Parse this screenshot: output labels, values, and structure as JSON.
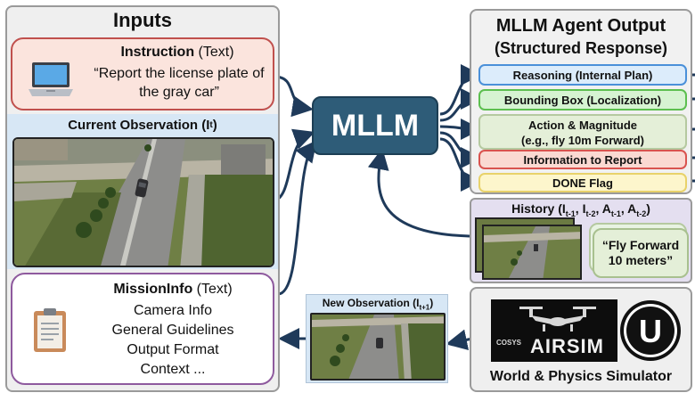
{
  "inputs": {
    "title": "Inputs",
    "instruction_title": "Instruction",
    "instruction_type": " (Text)",
    "instruction_text": "“Report the license plate of the gray car”",
    "current_obs_label": "Current Observation (I",
    "current_obs_sub": "t",
    "current_obs_close": ")",
    "mission_title": "MissionInfo",
    "mission_type": " (Text)",
    "mission_items": [
      "Camera Info",
      "General Guidelines",
      "Output Format",
      "Context ..."
    ]
  },
  "mllm": {
    "label": "MLLM"
  },
  "output": {
    "title_line1": "MLLM Agent Output",
    "title_line2": "(Structured Response)",
    "items": [
      {
        "label": "Reasoning (Internal Plan)",
        "fill": "#dcecfb",
        "border": "#4a90d9"
      },
      {
        "label": "Bounding Box (Localization)",
        "fill": "#d6f3d2",
        "border": "#5cbf4f"
      },
      {
        "label": "Action & Magnitude",
        "label2": "(e.g., fly 10m Forward)",
        "fill": "#e4efd8",
        "border": "#b5c9a0"
      },
      {
        "label": "Information to Report",
        "fill": "#fad9d2",
        "border": "#d9534f"
      },
      {
        "label": "DONE Flag",
        "fill": "#fdf6cc",
        "border": "#e8d26a"
      }
    ]
  },
  "history": {
    "title": "History (I",
    "title_parts": [
      "t-1",
      ", I",
      "t-2",
      ", A",
      "t-1",
      ", A",
      "t-2",
      ")"
    ],
    "action_text": "“Fly Forward 10 meters”"
  },
  "new_obs": {
    "label": "New Observation (I",
    "sub": "t+1",
    "close": ")"
  },
  "simulator": {
    "label": "World & Physics Simulator",
    "airsim_logo_top": "COSYS",
    "airsim_logo_main": "AIRSIM",
    "unreal_logo_letter": "U"
  },
  "colors": {
    "mllm_fill": "#2e5c78",
    "instruction_fill": "#fbe4dd",
    "instruction_border": "#c0504d",
    "mission_border": "#8e5a9e",
    "arrow": "#1f3a5a",
    "history_fill": "#e4dff0",
    "obs_header_fill": "#d7e7f5"
  }
}
